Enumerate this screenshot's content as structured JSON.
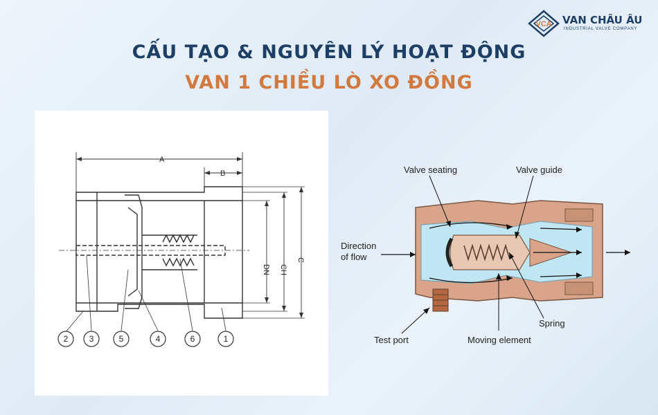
{
  "title": {
    "line1": "CẤU TẠO & NGUYÊN LÝ HOẠT ĐỘNG",
    "line2": "VAN 1 CHIỀU LÒ XO ĐỒNG"
  },
  "logo": {
    "badge": "VCA",
    "name": "VAN CHÂU ÂU",
    "subtitle": "INDUSTRIAL VALVE COMPANY"
  },
  "technical_drawing": {
    "dimensions": {
      "a": "A",
      "b": "B",
      "dn": "DN",
      "ch": "CH",
      "c": "C"
    },
    "parts": [
      "2",
      "3",
      "5",
      "4",
      "6",
      "1"
    ]
  },
  "flow_diagram": {
    "labels": {
      "valve_seating": "Valve seating",
      "valve_guide": "Valve guide",
      "direction_of_flow_line1": "Direction",
      "direction_of_flow_line2": "of flow",
      "spring": "Spring",
      "test_port": "Test port",
      "moving_element": "Moving element"
    }
  },
  "colors": {
    "title_navy": "#1d3f66",
    "title_orange": "#d2793f",
    "body_copper": "#d9a489",
    "flow_blue": "#bfe6f2"
  }
}
